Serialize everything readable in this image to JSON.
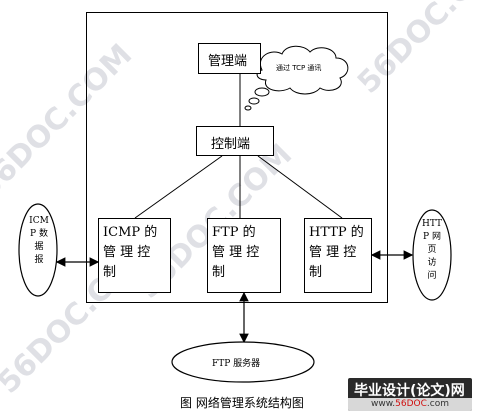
{
  "diagram": {
    "manager_label": "管理端",
    "cloud_label": "通过 TCP 通讯",
    "controller_label": "控制端",
    "icmp_module_line1": "ICMP 的",
    "icmp_module_line2": "管 理 控",
    "icmp_module_line3": "制",
    "ftp_module_line1": "FTP  的",
    "ftp_module_line2": "管 理 控",
    "ftp_module_line3": "制",
    "http_module_line1": "HTTP 的",
    "http_module_line2": "管 理 控",
    "http_module_line3": "制",
    "icmp_report_lines": [
      "ICM",
      "P 数",
      "据",
      "报"
    ],
    "http_access_lines": [
      "HTT",
      "P  网",
      "页",
      "访",
      "问"
    ],
    "ftp_server_label": "FTP  服务器"
  },
  "caption": "图    网络管理系统结构图",
  "watermark": {
    "text": "56DOC.COM",
    "badge_title": "毕业设计(论文)网",
    "badge_url_prefix": "www.",
    "badge_url_brand": "56DOC",
    "badge_url_suffix": ".com"
  }
}
